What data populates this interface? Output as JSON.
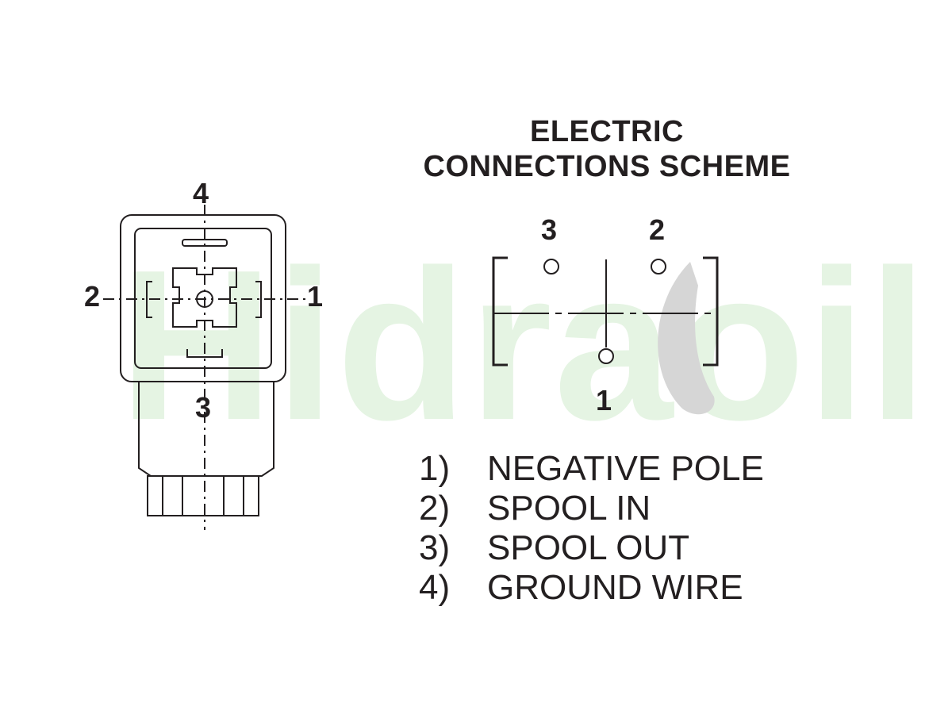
{
  "watermark": {
    "text": "Hidraoil",
    "color": "#e5f4e3",
    "drop_color": "#cfcfcf"
  },
  "title": {
    "line1": "ELECTRIC",
    "line2": "CONNECTIONS SCHEME"
  },
  "connector": {
    "pins": {
      "top": "4",
      "left": "2",
      "right": "1",
      "bottom": "3"
    }
  },
  "scheme": {
    "pins": {
      "top_left": "3",
      "top_right": "2",
      "bottom": "1"
    }
  },
  "legend": [
    {
      "num": "1)",
      "label": "NEGATIVE POLE"
    },
    {
      "num": "2)",
      "label": "SPOOL IN"
    },
    {
      "num": "3)",
      "label": "SPOOL OUT"
    },
    {
      "num": "4)",
      "label": "GROUND WIRE"
    }
  ]
}
